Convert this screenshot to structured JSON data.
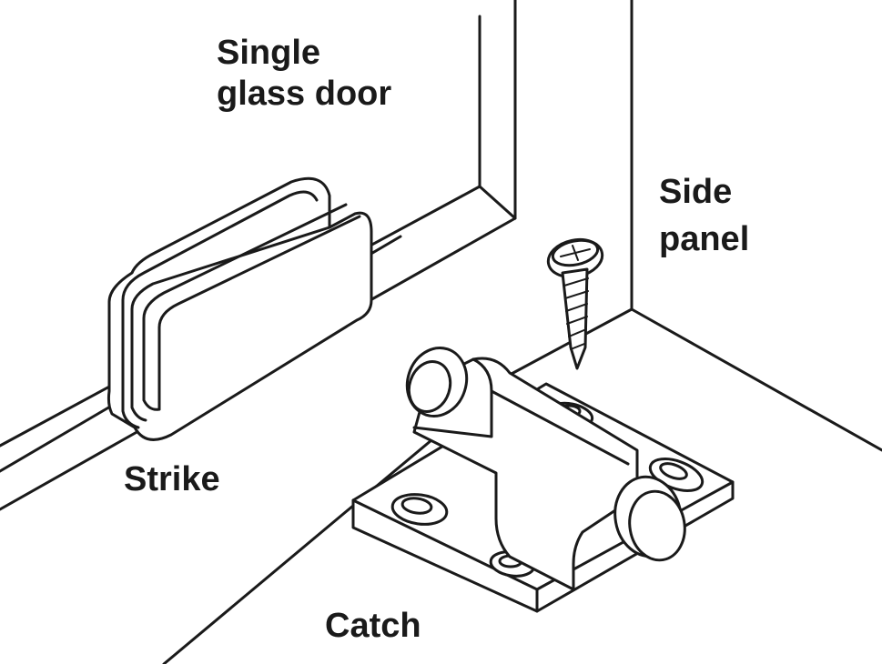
{
  "labels": {
    "glass_door_line1": "Single",
    "glass_door_line2": "glass door",
    "side_panel_line1": "Side",
    "side_panel_line2": "panel",
    "strike": "Strike",
    "catch": "Catch"
  },
  "colors": {
    "line": "#1a1a1a",
    "background": "#ffffff"
  }
}
